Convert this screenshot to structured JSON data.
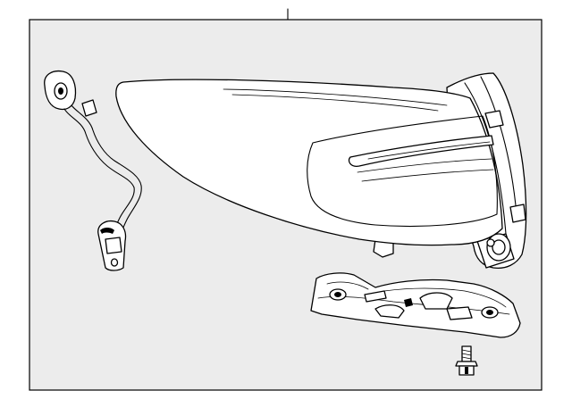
{
  "diagram": {
    "kind": "exploded-parts-illustration",
    "colors": {
      "background": "#ffffff",
      "frame_fill": "#ececec",
      "line": "#000000"
    },
    "parts": [
      {
        "name": "tail-lamp-assembly"
      },
      {
        "name": "wiring-harness"
      },
      {
        "name": "mounting-bracket"
      },
      {
        "name": "screw"
      }
    ]
  }
}
